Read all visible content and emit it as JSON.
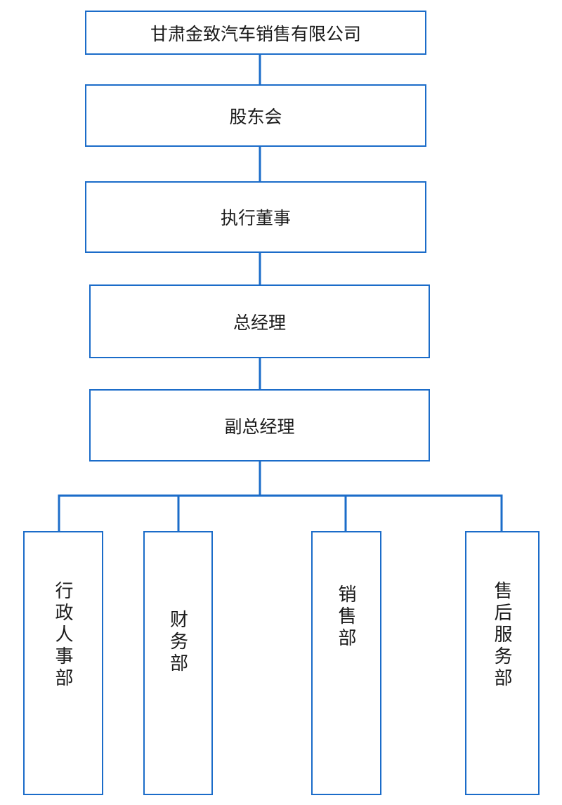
{
  "org_chart": {
    "colors": {
      "line": "#1B6CC9",
      "text": "#1A1A1A",
      "background": "#FFFFFF"
    },
    "nodes": [
      {
        "id": "company",
        "label": "甘肃金致汽车销售有限公司",
        "parent": null
      },
      {
        "id": "shareholders-meeting",
        "label": "股东会",
        "parent": "company"
      },
      {
        "id": "executive-director",
        "label": "执行董事",
        "parent": "shareholders-meeting"
      },
      {
        "id": "general-manager",
        "label": "总经理",
        "parent": "executive-director"
      },
      {
        "id": "deputy-general-manager",
        "label": "副总经理",
        "parent": "general-manager"
      },
      {
        "id": "admin-hr-dept",
        "label": "行政人事部",
        "parent": "deputy-general-manager"
      },
      {
        "id": "finance-dept",
        "label": "财务部",
        "parent": "deputy-general-manager"
      },
      {
        "id": "sales-dept",
        "label": "销售部",
        "parent": "deputy-general-manager"
      },
      {
        "id": "after-sales-service-dept",
        "label": "售后服务部",
        "parent": "deputy-general-manager"
      }
    ]
  }
}
